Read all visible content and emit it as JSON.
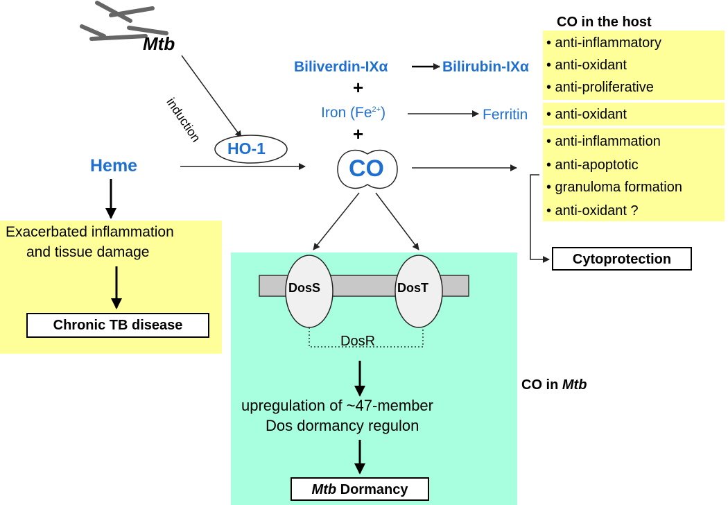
{
  "mtb_label": "Mtb",
  "induction_label": "induction",
  "heme_label": "Heme",
  "ho1_label": "HO-1",
  "co_center_label": "CO",
  "biliverdin_label": "Biliverdin-IXα",
  "bilirubin_label": "Bilirubin-IXα",
  "plus_sign": "+",
  "iron_label": "Iron (Fe",
  "iron_superscript": "2+",
  "iron_close": ")",
  "ferritin_label": "Ferritin",
  "host_title": "CO in the host",
  "host_effects_group1": [
    "• anti-inflammatory",
    "• anti-oxidant",
    "• anti-proliferative"
  ],
  "host_effects_group2": [
    "• anti-oxidant"
  ],
  "host_effects_group3": [
    "• anti-inflammation",
    "• anti-apoptotic",
    "• granuloma formation",
    "• anti-oxidant ?"
  ],
  "cytoprotection_label": "Cytoprotection",
  "inflammation_line1": "Exacerbated inflammation",
  "inflammation_line2": "and tissue damage",
  "chronic_tb_label": "Chronic TB disease",
  "doss_label": "DosS",
  "dost_label": "DosT",
  "dosr_label": "DosR",
  "regulon_line1": "upregulation of ~47-member",
  "regulon_line2": "Dos dormancy regulon",
  "dormancy_italic": "Mtb",
  "dormancy_rest": " Dormancy",
  "co_in_mtb_prefix": "CO in ",
  "co_in_mtb_italic": "Mtb",
  "colors": {
    "blue_text": "#1f6fd1",
    "yellow_panel": "#ffff99",
    "green_panel": "#a8ffe0",
    "membrane": "#c8c8c8"
  }
}
